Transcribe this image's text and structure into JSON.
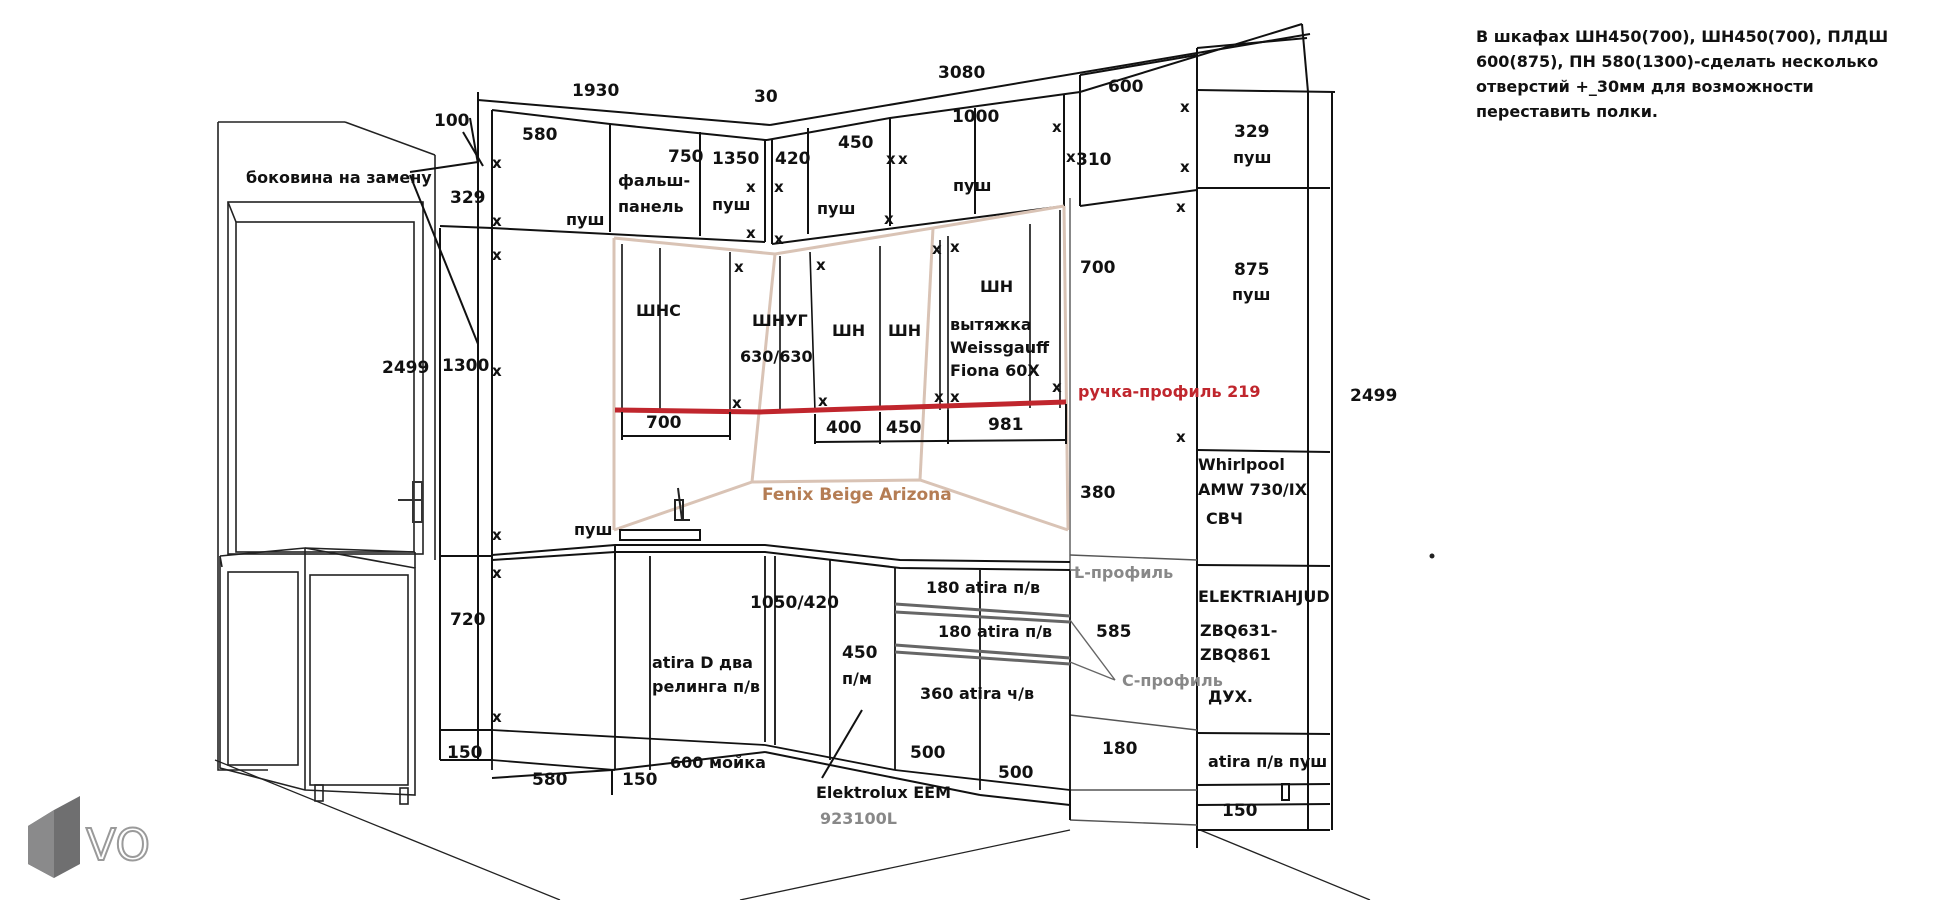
{
  "note": "В шкафах ШН450(700), ШН450(700), ПЛДШ 600(875), ПН 580(1300)-сделать несколько отверстий +_30мм для возможности переставить полки.",
  "logo": {
    "text": "VO",
    "icon": "hexagon-logo-icon"
  },
  "colors": {
    "line": "#111111",
    "accent_red": "#c0262d",
    "outline_beige": "#d9c3b5",
    "label_grey": "#888888",
    "label_brown": "#b57d54"
  },
  "dims": {
    "d1930": "1930",
    "d30": "30",
    "d3080": "3080",
    "d600": "600",
    "d100": "100",
    "d580_top": "580",
    "d750": "750",
    "d1350": "1350",
    "d420": "420",
    "d450_top": "450",
    "d1000": "1000",
    "d329_left": "329",
    "d329_right": "329",
    "d310": "310",
    "d700_right": "700",
    "d875": "875",
    "d2499_left": "2499",
    "d1300": "1300",
    "d2499_right": "2499",
    "d700_mid": "700",
    "d400": "400",
    "d450_mid": "450",
    "d981": "981",
    "d380": "380",
    "d720": "720",
    "d150_left": "150",
    "d580_bottom": "580",
    "d150_bottom": "150",
    "d1050_420": "1050/420",
    "d450_pm": "450",
    "d500_a": "500",
    "d500_b": "500",
    "d585": "585",
    "d180": "180",
    "d150_right": "150"
  },
  "labels": {
    "side_panel": "боковина на замену",
    "push": "пуш",
    "false_panel_1": "фальш-",
    "false_panel_2": "панель",
    "shns": "ШНС",
    "shnug": "ШНУГ",
    "d630": "630/630",
    "shn": "ШН",
    "hood_1": "вытяжка",
    "hood_2": "Weissgauff",
    "hood_3": "Fiona 60X",
    "handle_profile": "ручка-профиль 219",
    "panel_material": "Fenix Beige Arizona",
    "microwave_1": "Whirlpool",
    "microwave_2": "AMW 730/IX",
    "microwave_3": "СВЧ",
    "l_profile": "L-профиль",
    "c_profile": "С-профиль",
    "drawer_180_a": "180 atira п/в",
    "drawer_180_b": "180 atira п/в",
    "drawer_360": "360 atira ч/в",
    "atira_d_1": "atira D два",
    "atira_d_2": "релинга п/в",
    "pm": "п/м",
    "sink": "600 мойка",
    "oven_1": "ELEKTRIAHJUD",
    "oven_2": "ZBQ631-",
    "oven_3": "ZBQ861",
    "oven_4": "ДУХ.",
    "plinth_cab": "atira п/в пуш",
    "electrolux_1": "Elektrolux  EEM",
    "electrolux_2": "923100L",
    "push_u329": "пуш",
    "push_u875": "пуш"
  },
  "marker": "x"
}
